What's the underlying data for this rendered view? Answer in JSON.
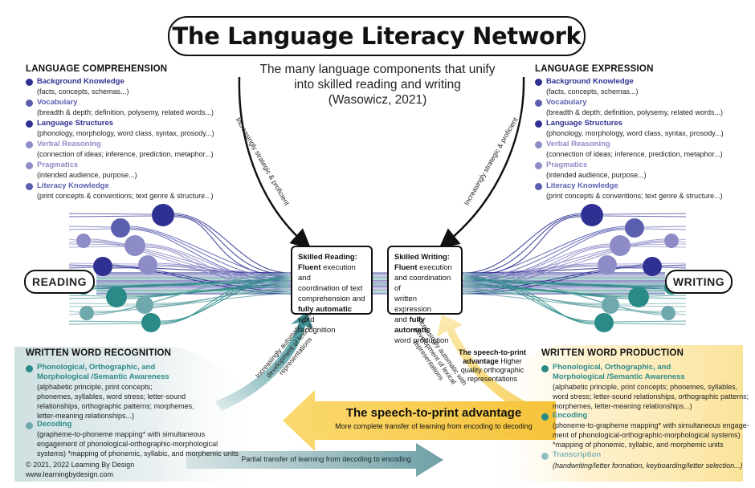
{
  "title": "The Language Literacy Network",
  "subtitle": {
    "line1": "The many language components that unify",
    "line2": "into skilled reading and writing",
    "line3": "(Wasowicz, 2021)"
  },
  "colors": {
    "navy": "#2e3192",
    "blue": "#5b5fb0",
    "lavender": "#8e8cc7",
    "teal": "#2a8a87",
    "lightteal": "#6fa9ad",
    "gold": "#f7c948",
    "palegold": "#fbe6a2",
    "paleteal": "#cfe0e0"
  },
  "comprehension": {
    "heading": "LANGUAGE COMPREHENSION",
    "items": [
      {
        "name": "Background Knowledge",
        "desc": "(facts, concepts, schemas...)"
      },
      {
        "name": "Vocabulary",
        "desc": "(breadth & depth; definition, polysemy, related words...)"
      },
      {
        "name": "Language Structures",
        "desc": "(phonology, morphology, word class, syntax, prosody...)"
      },
      {
        "name": "Verbal Reasoning",
        "desc": "(connection of ideas; inference, prediction, metaphor...)"
      },
      {
        "name": "Pragmatics",
        "desc": "(intended audience, purpose...)"
      },
      {
        "name": "Literacy Knowledge",
        "desc": "(print concepts & conventions; text genre & structure...)"
      }
    ]
  },
  "expression": {
    "heading": "LANGUAGE EXPRESSION",
    "items": [
      {
        "name": "Background Knowledge",
        "desc": "(facts, concepts, schemas...)"
      },
      {
        "name": "Vocabulary",
        "desc": "(breadth & depth; definition, polysemy, related words...)"
      },
      {
        "name": "Language Structures",
        "desc": "(phonology, morphology, word class, syntax, prosody...)"
      },
      {
        "name": "Verbal Reasoning",
        "desc": "(connection of ideas; inference, prediction, metaphor...)"
      },
      {
        "name": "Pragmatics",
        "desc": "(intended audience, purpose...)"
      },
      {
        "name": "Literacy Knowledge",
        "desc": "(print concepts & conventions; text genre & structure...)"
      }
    ]
  },
  "reading_label": "READING",
  "writing_label": "WRITING",
  "skilled_reading": {
    "head": "Skilled Reading:",
    "fluent": "Fluent",
    "rest1": " execution and",
    "line2": "coordination of text",
    "line3": "comprehension and",
    "fully": "fully automatic",
    "rest4": " word",
    "line5": "recognition"
  },
  "skilled_writing": {
    "head": "Skilled Writing:",
    "fluent": "Fluent",
    "rest1": " execution",
    "line2": "and coordination of",
    "line3": "written expression",
    "and": "and ",
    "fully": "fully automatic",
    "line5": "word production"
  },
  "strategic_left": "Increasingly strategic & proficient",
  "strategic_right": "Increasingly strategic & proficient",
  "automatic_left": {
    "line1": "Increasingly automatic with",
    "line2": "development of lexical",
    "line3": "representations"
  },
  "automatic_right": {
    "line1": "Increasingly automatic with",
    "line2": "development of lexical",
    "line3": "representations"
  },
  "recognition": {
    "heading": "WRITTEN WORD RECOGNITION",
    "phon_name1": "Phonological, Orthographic, and",
    "phon_name2": "Morphological /Semantic Awareness",
    "phon_desc": [
      "(alphabetic principle, print concepts;",
      "phonemes, syllables, word stress; letter-sound",
      "relationships, orthographic patterns; morphemes,",
      "letter-meaning relationships...)"
    ],
    "decoding_name": "Decoding",
    "decoding_desc": [
      "(grapheme-to-phoneme mapping* with simultaneous",
      "engagement of phonological-orthographic-morphological",
      "systems) *mapping of phonemic, syllabic, and morphemic units"
    ]
  },
  "production": {
    "heading": "WRITTEN WORD PRODUCTION",
    "phon_name1": "Phonological, Orthographic, and",
    "phon_name2": "Morphological /Semantic Awareness",
    "phon_desc": [
      "(alphabetic principle, print concepts; phonemes, syllables,",
      "word stress; letter-sound relationships, orthographic patterns;",
      "morphemes, letter-meaning relationships...)"
    ],
    "encoding_name": "Encoding",
    "encoding_desc": [
      "(phoneme-to-grapheme mapping* with simultaneous engage-",
      "ment of phonological-orthographic-morphological systems)",
      "*mapping of phonemic, syllabic, and morphemic units"
    ],
    "transcription_name": "Transcription",
    "transcription_desc": "(handwriting/letter formation, keyboarding/letter selection...)"
  },
  "advantage_small": {
    "line1": "The speech-to-print",
    "line2a": "advantage",
    "line2b": " Higher",
    "line3": "quality orthographic",
    "line4": "representations"
  },
  "advantage_big": {
    "title": "The speech-to-print advantage",
    "sub": "More complete transfer of learning from encoding to decoding"
  },
  "partial_transfer": "Partial transfer of learning from decoding to encoding",
  "footer": {
    "copyright": "© 2021, 2022 Learning By Design",
    "url": "www.learningbydesign.com"
  },
  "icons": [
    "circle-node-icon",
    "curved-arrow-icon",
    "bullet-dot-icon"
  ]
}
